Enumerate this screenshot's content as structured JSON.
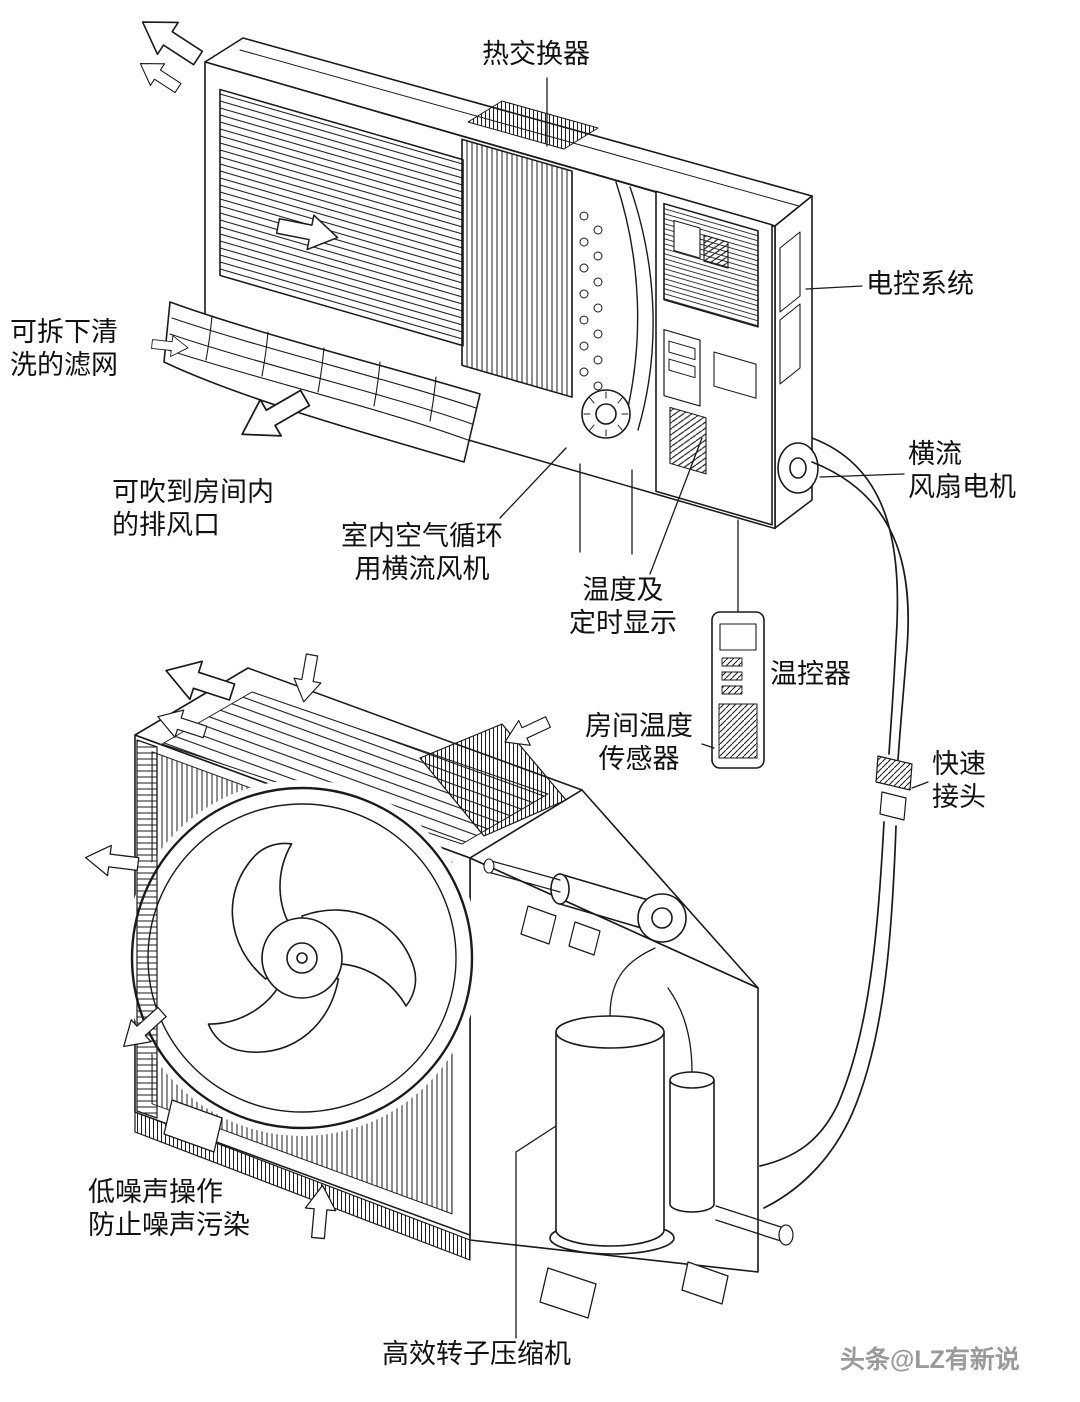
{
  "colors": {
    "ink": "#1a1a1a",
    "background": "#ffffff",
    "watermark_gray": "#9a9a9a"
  },
  "labels": {
    "heat_exchanger": "热交换器",
    "control_system": "电控系统",
    "removable_filter": {
      "line1": "可拆下清",
      "line2": "洗的滤网"
    },
    "room_outlet": {
      "line1": "可吹到房间内",
      "line2": "的排风口"
    },
    "indoor_crossflow_fan": {
      "line1": "室内空气循环",
      "line2": "用横流风机"
    },
    "temp_timer_display": {
      "line1": "温度及",
      "line2": "定时显示"
    },
    "crossflow_fan_motor": {
      "line1": "横流",
      "line2": "风扇电机"
    },
    "thermostat": "温控器",
    "room_temp_sensor": {
      "line1": "房间温度",
      "line2": "传感器"
    },
    "quick_connector": {
      "line1": "快速",
      "line2": "接头"
    },
    "low_noise": {
      "line1": "低噪声操作",
      "line2": "防止噪声污染"
    },
    "compressor": "高效转子压缩机",
    "watermark": "头条@LZ有新说"
  }
}
